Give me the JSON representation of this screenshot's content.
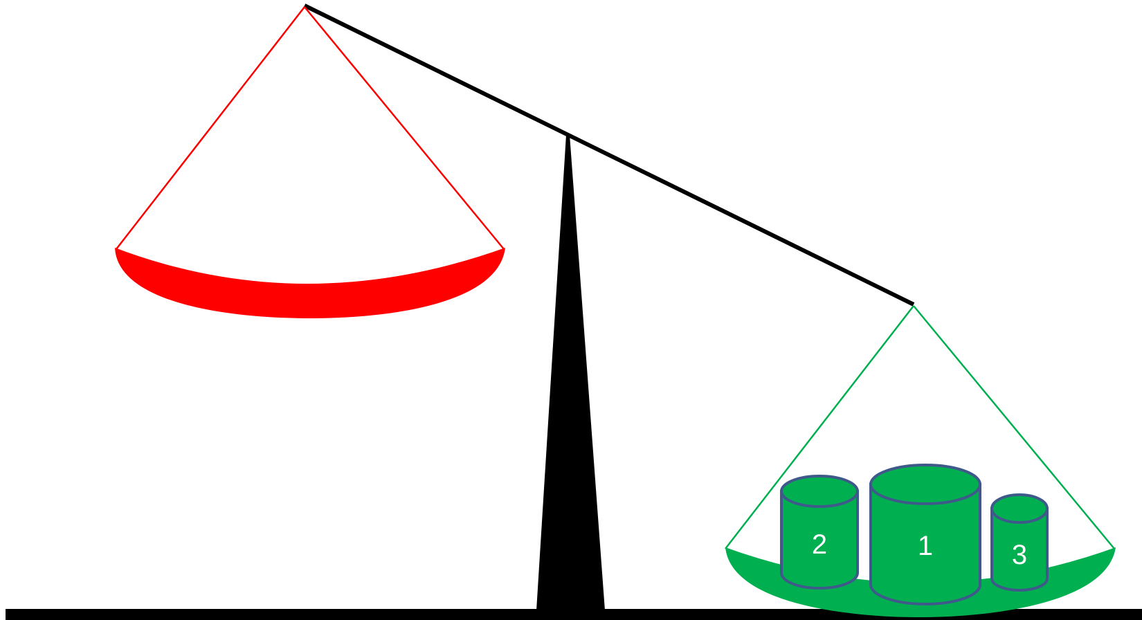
{
  "colors": {
    "background": "#ffffff",
    "beam": "#000000",
    "ground": "#000000",
    "left_pan": "#ff0000",
    "right_pan": "#00b050",
    "weight_fill": "#00b050",
    "weight_stroke": "#3f5a8a",
    "label": "#ffffff"
  },
  "left_pan": {
    "label": "",
    "color": "#ff0000"
  },
  "right_pan": {
    "color": "#00b050",
    "weights": [
      {
        "label": "2"
      },
      {
        "label": "1"
      },
      {
        "label": "3"
      }
    ]
  }
}
